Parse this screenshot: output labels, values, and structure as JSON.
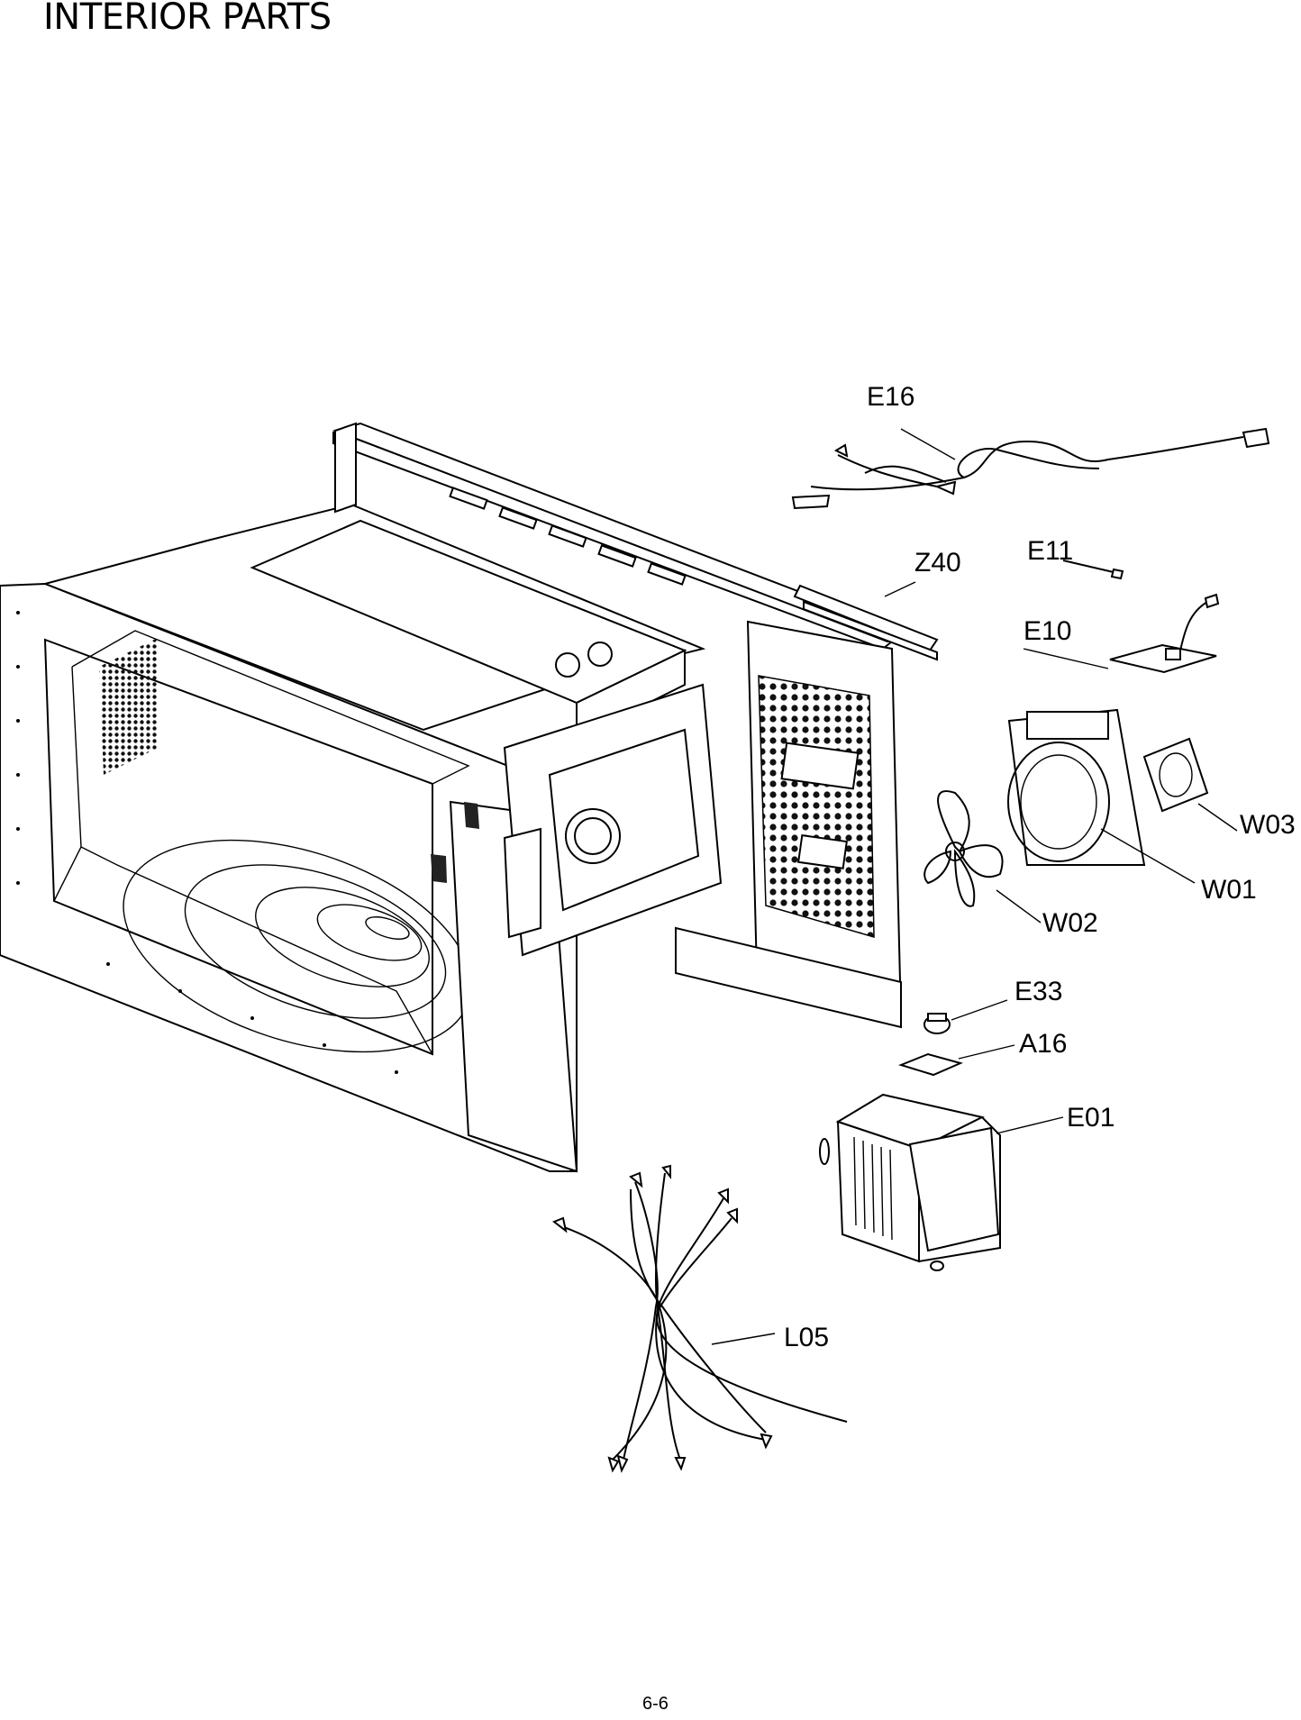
{
  "page_title": "INTERIOR PARTS",
  "page_number": "6-6",
  "callouts": [
    {
      "id": "E16"
    },
    {
      "id": "Z40"
    },
    {
      "id": "E11"
    },
    {
      "id": "E10"
    },
    {
      "id": "W03"
    },
    {
      "id": "W01"
    },
    {
      "id": "W02"
    },
    {
      "id": "E33"
    },
    {
      "id": "A16"
    },
    {
      "id": "E01"
    },
    {
      "id": "L05"
    }
  ]
}
